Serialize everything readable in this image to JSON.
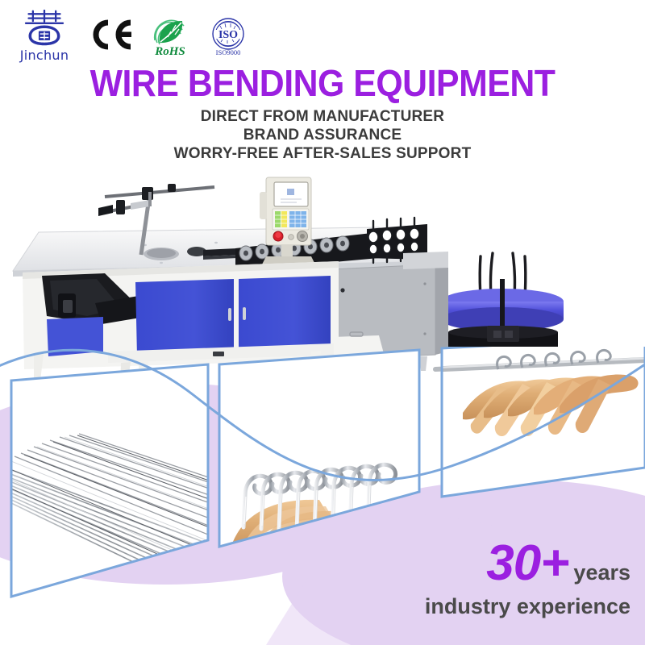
{
  "brand": {
    "logo_icon": "jinchun-emblem-icon",
    "name": "Jinchun",
    "logo_color": "#2b35a8"
  },
  "certifications": [
    {
      "id": "ce",
      "icon": "ce-mark-icon",
      "label": "CE",
      "sublabel": "",
      "color": "#111111"
    },
    {
      "id": "rohs",
      "icon": "rohs-leaf-icon",
      "label": "RoHS",
      "sublabel": "",
      "color": "#14A04A"
    },
    {
      "id": "iso",
      "icon": "iso-seal-icon",
      "label": "ISO",
      "sublabel": "ISO9000",
      "color": "#2b35a8"
    }
  ],
  "header": {
    "title": "WIRE BENDING EQUIPMENT",
    "title_color": "#9B1FE0",
    "subtitles": [
      "DIRECT FROM MANUFACTURER",
      "BRAND ASSURANCE",
      "WORRY-FREE AFTER-SALES SUPPORT"
    ],
    "subtitle_color": "#3b3b3b"
  },
  "machine": {
    "name": "cnc-wire-bending-machine",
    "cabinet_color": "#3F4FCF",
    "frame_color": "#f2f2f0",
    "table_color": "#e9eaec",
    "feeder_color": "#1b1b1f",
    "rotary_table_color": "#5250D8",
    "panel": {
      "name": "cnc-control-panel",
      "screen_color": "#f3f5fb",
      "estop_color": "#d8202a",
      "keypad_colors": [
        "#9bd96b",
        "#f2e85c",
        "#7fb4ea"
      ]
    }
  },
  "panels": [
    {
      "id": "wire",
      "name": "product-panel-steel-wire",
      "caption": ""
    },
    {
      "id": "hooks",
      "name": "product-panel-hanger-hooks",
      "caption": ""
    },
    {
      "id": "hangers",
      "name": "product-panel-wooden-hangers",
      "caption": ""
    }
  ],
  "decor": {
    "wave_color": "#E3D2F2",
    "curve_color": "#7BA7DC",
    "panel_border_color": "#7BA7DC"
  },
  "experience": {
    "number": "30+",
    "unit": "years",
    "line2": "industry experience",
    "number_color": "#9B1FE0",
    "text_color": "#4a4a4a"
  }
}
